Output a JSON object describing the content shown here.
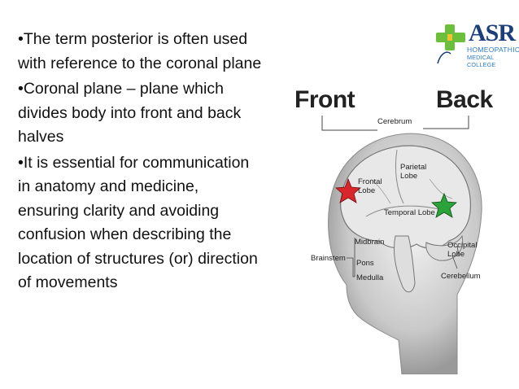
{
  "bullets": [
    "•The term posterior  is often used with reference to the coronal plane",
    "•Coronal plane – plane which divides body into front and back halves",
    "•It is essential for communication in anatomy and medicine, ensuring clarity and avoiding confusion when describing the location of structures (or) direction of movements"
  ],
  "logo": {
    "name": "ASR",
    "line1": "HOMEOPATHIC",
    "line2": "MEDICAL COLLEGE",
    "colors": {
      "text": "#1b3f7a",
      "accent": "#2a7bbf",
      "cross": "#6bbf3a"
    }
  },
  "figure": {
    "front": "Front",
    "back": "Back",
    "labels": {
      "cerebrum": "Cerebrum",
      "parietal": "Parietal Lobe",
      "frontal": "Frontal Lobe",
      "temporal": "Temporal Lobe",
      "midbrain": "Midbrain",
      "brainstem": "Brainstem",
      "pons": "Pons",
      "medulla": "Medulla",
      "occipital": "Occipital Lobe",
      "cerebellum": "Cerebellum"
    },
    "markers": {
      "front_star": "red-star",
      "back_star": "green-star",
      "front_color": "#d9262b",
      "back_color": "#2aa33a"
    }
  }
}
